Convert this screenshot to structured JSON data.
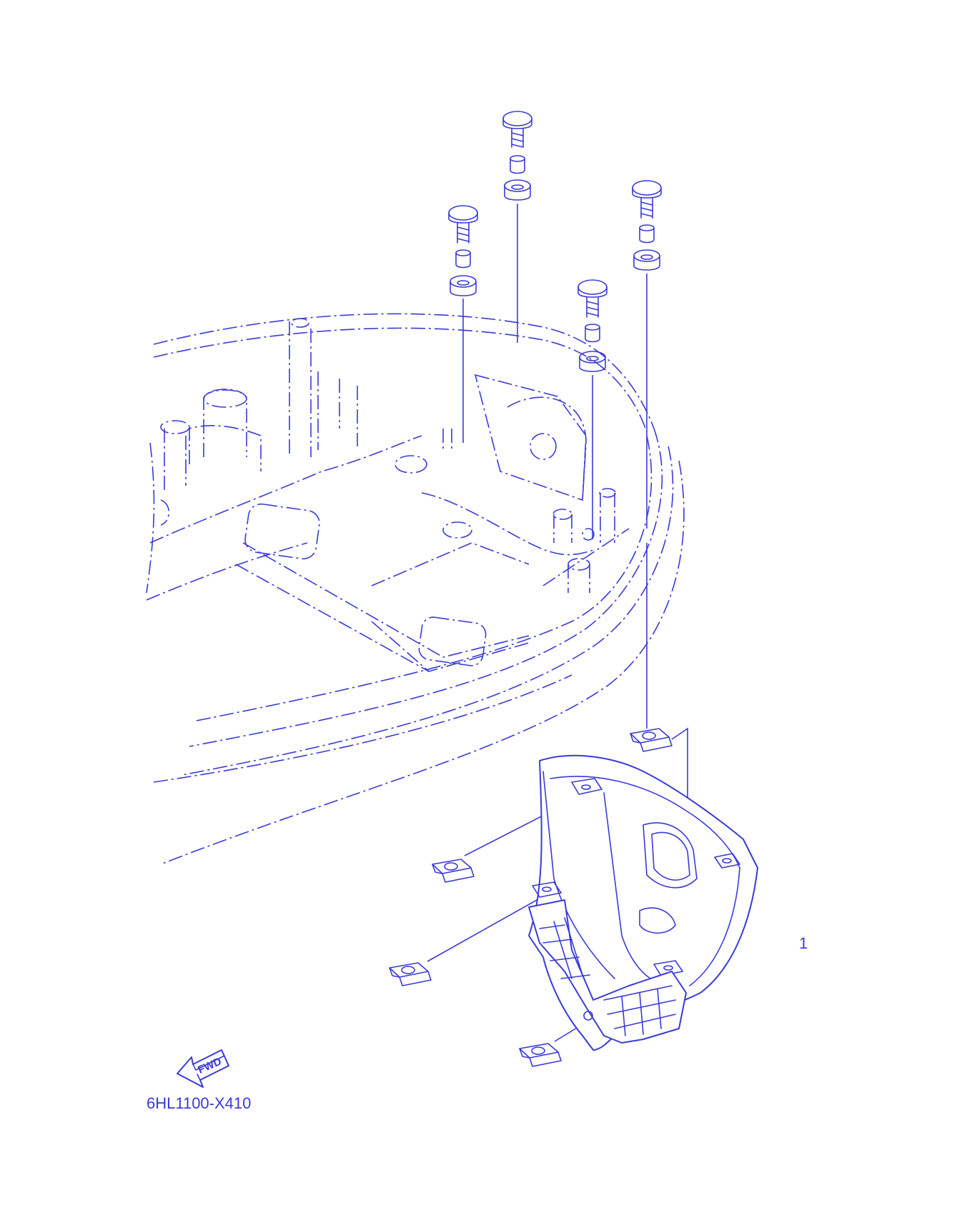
{
  "diagram": {
    "part_number_label": "1",
    "direction_label": "FWD",
    "drawing_code": "6HL1100-X410",
    "line_color": "#3a3ad8",
    "background_color": "#ffffff"
  }
}
